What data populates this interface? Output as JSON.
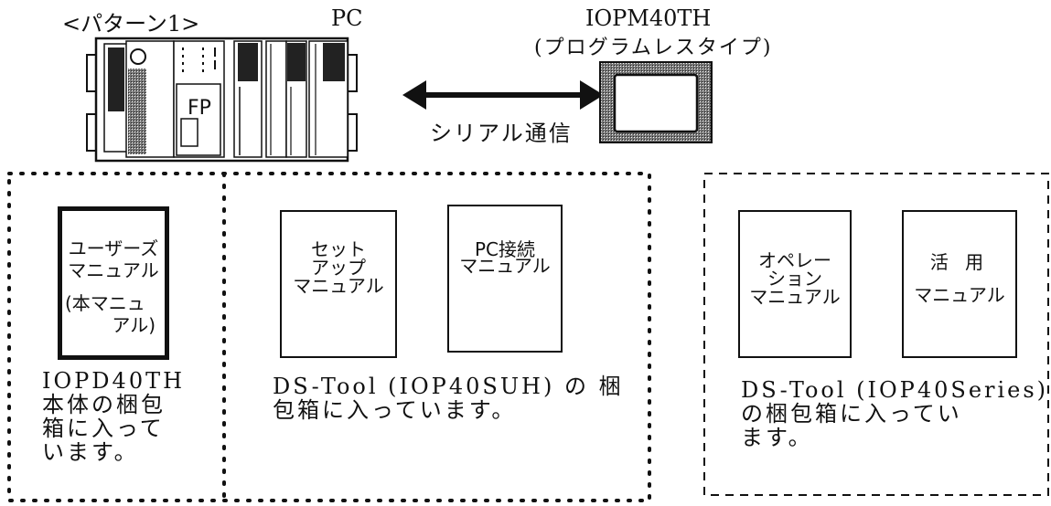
{
  "labels": {
    "pattern": "<パターン1>",
    "pc": "PC",
    "fp": "FP",
    "device_model": "IOPM40TH",
    "device_type": "(プログラムレスタイプ)",
    "serial": "シリアル通信"
  },
  "groups": [
    {
      "manuals": [
        {
          "lines": [
            "ユーザーズ",
            "マニュアル",
            "(本マニュ",
            "アル)"
          ]
        }
      ],
      "note": [
        "IOPD40TH",
        "本体の梱包",
        "箱に入って",
        "います。"
      ]
    },
    {
      "manuals": [
        {
          "lines": [
            "セット",
            "アップ",
            "マニュアル"
          ]
        },
        {
          "lines": [
            "PC接続",
            "マニュアル"
          ]
        }
      ],
      "note": [
        "DS-Tool (IOP40SUH) の 梱",
        "包箱に入っています。"
      ]
    },
    {
      "manuals": [
        {
          "lines": [
            "オペレー",
            "ション",
            "マニュアル"
          ]
        },
        {
          "lines": [
            "活 用",
            "マニュアル"
          ]
        }
      ],
      "note": [
        "DS-Tool (IOP40Series)",
        "の梱包箱に入ってい",
        "ます。"
      ]
    }
  ]
}
